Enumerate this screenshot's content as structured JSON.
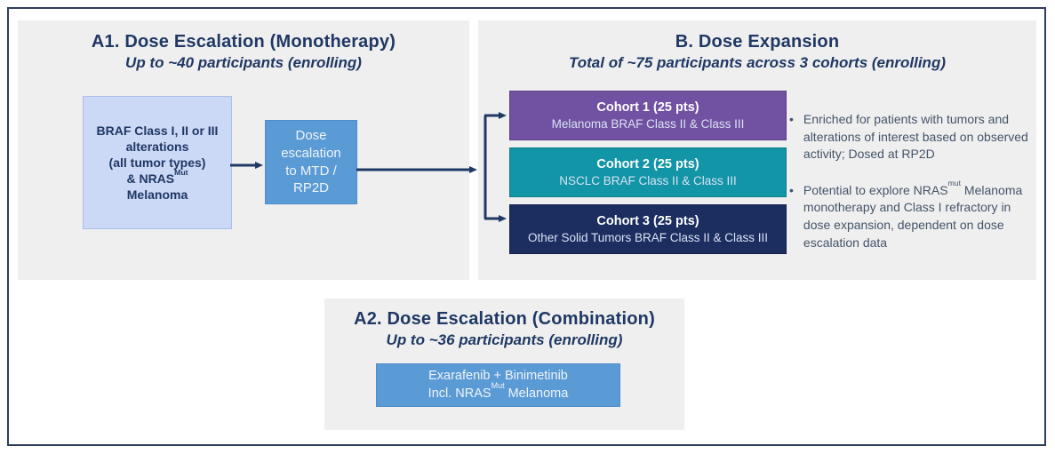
{
  "panel_a1": {
    "title": "A1. Dose Escalation (Monotherapy)",
    "subtitle": "Up to ~40 participants (enrolling)",
    "braf_box": {
      "line1": "BRAF Class I, II or III",
      "line2": "alterations",
      "line3": "(all tumor types)",
      "line4_pre": "& NRAS",
      "line4_sup": "Mut",
      "line5": "Melanoma"
    },
    "dose_box": {
      "line1": "Dose",
      "line2": "escalation",
      "line3": "to MTD /",
      "line4": "RP2D"
    }
  },
  "panel_b": {
    "title": "B. Dose Expansion",
    "subtitle": "Total of ~75 participants across 3 cohorts (enrolling)",
    "cohorts": [
      {
        "title": "Cohort 1 (25 pts)",
        "desc": "Melanoma BRAF Class II & Class III",
        "color": "#7151a1"
      },
      {
        "title": "Cohort 2 (25 pts)",
        "desc": "NSCLC BRAF Class II & Class III",
        "color": "#1295a6"
      },
      {
        "title": "Cohort 3 (25 pts)",
        "desc": "Other Solid Tumors BRAF Class II & Class III",
        "color": "#1c2e60"
      }
    ],
    "bullets": {
      "b1": {
        "marker": "•",
        "text": "Enriched for patients with tumors and alterations of interest based on observed activity; Dosed at RP2D"
      },
      "b2": {
        "marker": "•",
        "pre": "Potential to explore NRAS",
        "sup": "mut",
        "post": " Melanoma monotherapy and Class I refractory in dose expansion, dependent on dose escalation data"
      }
    }
  },
  "panel_a2": {
    "title": "A2. Dose Escalation (Combination)",
    "subtitle": "Up to ~36 participants (enrolling)",
    "combo_box": {
      "line1": "Exarafenib + Binimetinib",
      "line2_pre": "Incl. NRAS",
      "line2_sup": "Mut",
      "line2_post": " Melanoma"
    }
  },
  "colors": {
    "accent_navy": "#1f3864",
    "panel_gray": "#efefef",
    "light_blue_fill": "#cbd8f6",
    "mid_blue_fill": "#5b9bd5",
    "cohort1_purple": "#7151a1",
    "cohort2_teal": "#1295a6",
    "cohort3_navy": "#1c2e60",
    "bullet_text_slate": "#44546a",
    "arrow_navy": "#1f3864"
  }
}
